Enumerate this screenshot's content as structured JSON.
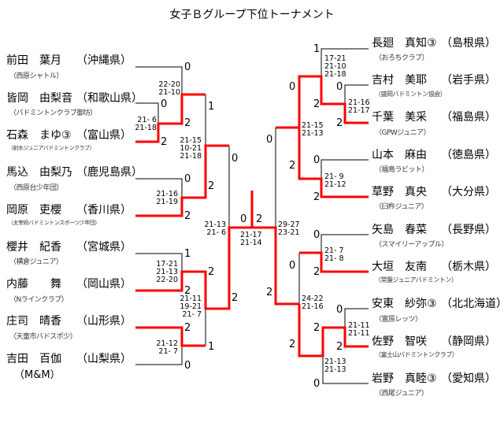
{
  "title": "女子Ｂグループ下位トーナメント",
  "colors": {
    "winner_line": "#ff0000",
    "line": "#000000"
  },
  "left_players": [
    {
      "name": "前田　葉月",
      "pref": "（沖縄県）",
      "club": "（西原シャトル）"
    },
    {
      "name": "皆岡　由梨音",
      "pref": "（和歌山県）",
      "club": "（バドミントンクラブ御坊）"
    },
    {
      "name": "石森　まゆ③",
      "pref": "（富山県）",
      "club": "（射水ジュニアバドミントンクラブ）"
    },
    {
      "name": "馬込　由梨乃",
      "pref": "（鹿児島県）",
      "club": "（西原台少年団）"
    },
    {
      "name": "岡原　吏櫻",
      "pref": "（香川県）",
      "club": "（太宰府バドミントンスポーツ少年団）"
    },
    {
      "name": "櫻井　紀香",
      "pref": "（宮城県）",
      "club": "（横倉ジュニア）"
    },
    {
      "name": "内藤　　舞",
      "pref": "（岡山県）",
      "club": "（Nラインクラブ）"
    },
    {
      "name": "庄司　晴香",
      "pref": "（山形県）",
      "club": "（天童市バドスポ少）"
    },
    {
      "name": "吉田　百伽",
      "pref": "（山梨県）",
      "club": "（M&M）"
    }
  ],
  "right_players": [
    {
      "name": "長廻　真知③",
      "pref": "（島根県）",
      "club": "（おろちクラブ）"
    },
    {
      "name": "吉村　美耶",
      "pref": "（岩手県）",
      "club": "（盛岡バドミントン協会）"
    },
    {
      "name": "千葉　美采",
      "pref": "（福島県）",
      "club": "（GPWジュニア）"
    },
    {
      "name": "山本　麻由",
      "pref": "（徳島県）",
      "club": "（福島ラビット）"
    },
    {
      "name": "草野　真央",
      "pref": "（大分県）",
      "club": "（臼杵ジュニア）"
    },
    {
      "name": "矢島　春菜",
      "pref": "（長野県）",
      "club": "（スマイリーアップル）"
    },
    {
      "name": "大垣　友南",
      "pref": "（栃木県）",
      "club": "（常盤ジュニアバドミントン）"
    },
    {
      "name": "安東　紗弥③",
      "pref": "（北北海道）",
      "club": "（富原レッツ）"
    },
    {
      "name": "佐野　智咲",
      "pref": "（静岡県）",
      "club": "（富士山バドミントンクラブ）"
    },
    {
      "name": "岩野　真睦③",
      "pref": "（愛知県）",
      "club": "（西尾ジュニア）"
    }
  ],
  "scores": {
    "l1": "22-20\n21-10",
    "l2": "21- 6\n21-18",
    "l3": "21-15\n10-21\n21-18",
    "l4": "21-16\n21-19",
    "l5": "17-21\n21-13\n22-20",
    "l6": "21-11\n19-21\n21- 7",
    "l7": "21-12\n21- 7",
    "lsf": "21-13\n21- 6",
    "final": "21-17\n21-14",
    "r1": "17-21\n21-10\n21-18",
    "r2": "21-16\n21-17",
    "r3": "21-15\n21-13",
    "r4": "21- 9\n21-12",
    "rsf": "29-27\n23-21",
    "r5": "21- 7\n21- 8",
    "r6": "24-22\n21-16",
    "r7": "21-11\n21-11",
    "r8": "21-13\n21-13"
  },
  "games": {
    "l_maeda": "0",
    "l_minaoka": "0",
    "l_ishimori_r1": "2",
    "l_ishimori_r2": "2",
    "l_qf1_top": "1",
    "l_umagome": "0",
    "l_okahara": "2",
    "l_qf1_bot": "2",
    "l_sf_top": "0",
    "l_sakurai": "1",
    "l_naito": "2",
    "l_qf2_top": "2",
    "l_shoji": "2",
    "l_yoshida": "0",
    "l_qf2_bot": "1",
    "l_sf_bot": "2",
    "final_left": "0",
    "final_right": "2",
    "r_nagasako": "1",
    "r_r16_bot": "2",
    "r_yoshimura": "0",
    "r_chiba": "2",
    "r_qf1_top": "0",
    "r_yamamoto": "0",
    "r_kusano": "2",
    "r_qf1_bot": "2",
    "r_sf_top": "0",
    "r_yajima": "0",
    "r_ogaki": "2",
    "r_qf2_top": "0",
    "r_ando": "0",
    "r_sano": "2",
    "r_r16b_top": "2",
    "r_iwano": "0",
    "r_qf2_bot": "2",
    "r_sf_bot": "2"
  }
}
